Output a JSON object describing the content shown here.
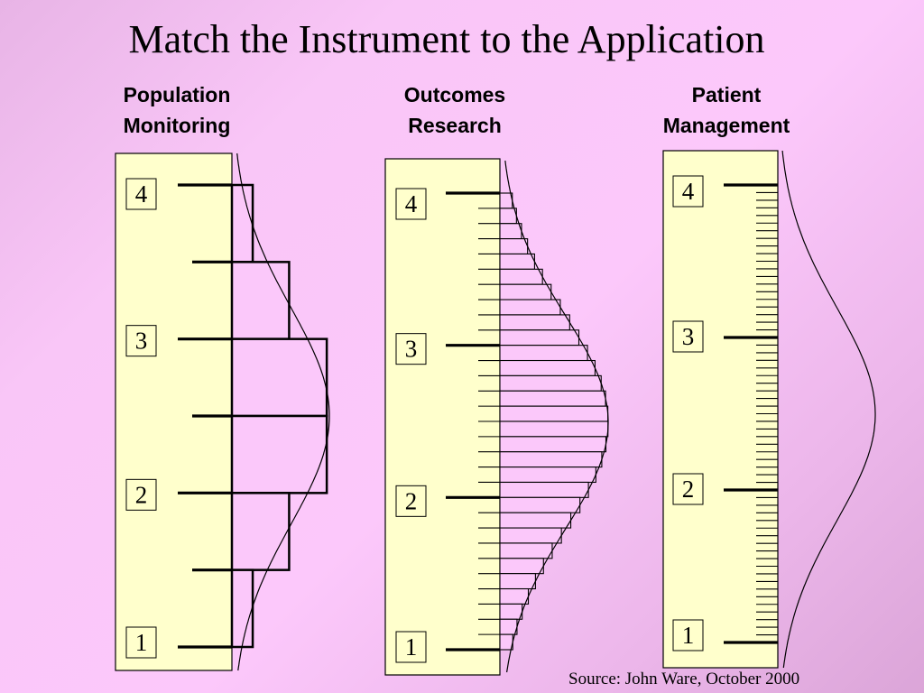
{
  "title": "Match the Instrument to the Application",
  "instruments": [
    {
      "heading": [
        "Population",
        "Monitoring"
      ],
      "labels": [
        "4",
        "3",
        "2",
        "1"
      ],
      "minor_ticks_per_interval": 1
    },
    {
      "heading": [
        "Outcomes",
        "Research"
      ],
      "labels": [
        "4",
        "3",
        "2",
        "1"
      ],
      "minor_ticks_per_interval": 9
    },
    {
      "heading": [
        "Patient",
        "Management"
      ],
      "labels": [
        "4",
        "3",
        "2",
        "1"
      ],
      "minor_ticks_per_interval": 19
    }
  ],
  "source": "Source: John Ware, October 2000",
  "colors": {
    "ruler_fill": "#ffffcc",
    "stroke": "#000000",
    "histogram_fill": "#fbc8fa"
  }
}
